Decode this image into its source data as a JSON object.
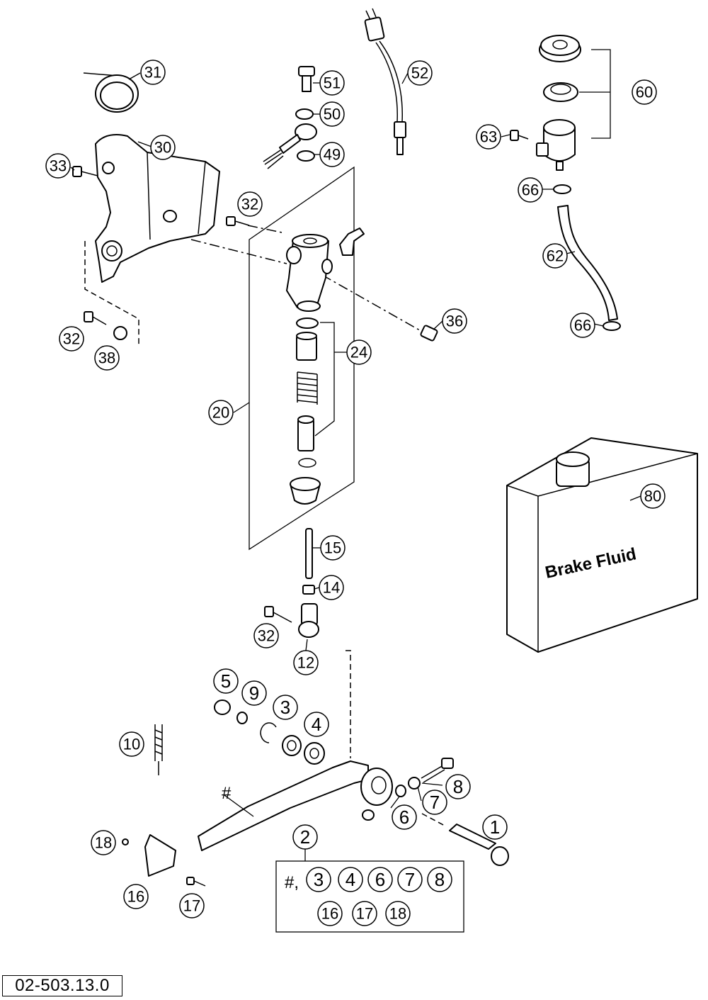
{
  "diagram": {
    "drawing_number": "02-503.13.0",
    "reservoir_label": "Brake Fluid",
    "kit": {
      "hash_label": "#",
      "hash_comma_label": "#,",
      "row1": [
        "3",
        "4",
        "6",
        "7",
        "8"
      ],
      "row2": [
        "16",
        "17",
        "18"
      ]
    },
    "callouts": {
      "c31": "31",
      "c51": "51",
      "c50": "50",
      "c49": "49",
      "c52": "52",
      "c60": "60",
      "c63": "63",
      "c66a": "66",
      "c62": "62",
      "c66b": "66",
      "c30": "30",
      "c33": "33",
      "c32a": "32",
      "c32b": "32",
      "c38": "38",
      "c36": "36",
      "c24": "24",
      "c20": "20",
      "c80": "80",
      "c15": "15",
      "c14": "14",
      "c32c": "32",
      "c12": "12",
      "c5": "5",
      "c9": "9",
      "c3": "3",
      "c4": "4",
      "c10": "10",
      "c8": "8",
      "c7": "7",
      "c6": "6",
      "c1": "1",
      "c2": "2",
      "c18": "18",
      "c16": "16",
      "c17": "17"
    }
  }
}
